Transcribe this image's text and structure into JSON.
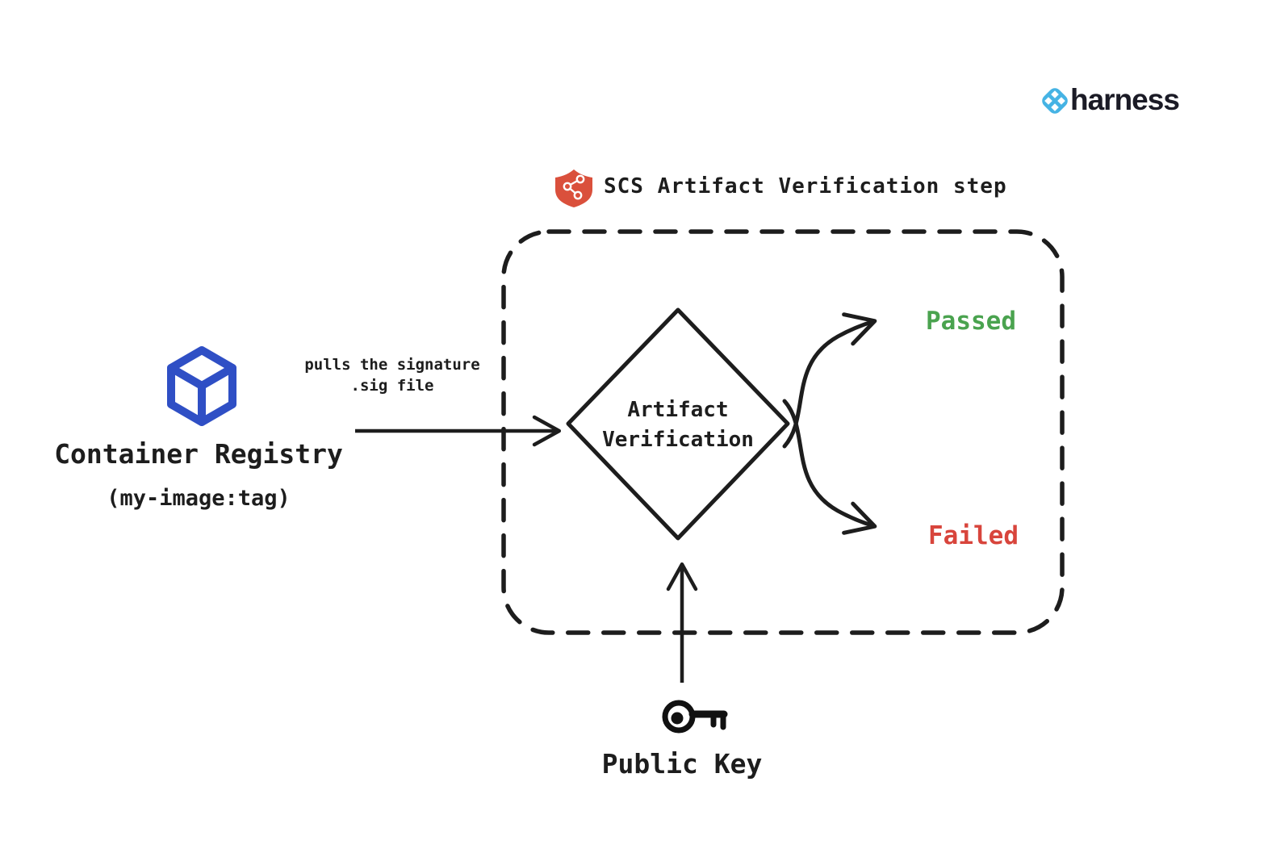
{
  "brand": {
    "name": "harness",
    "icon": "harness-logo-icon",
    "icon_color": "#45b3e4",
    "text_color": "#1b1b26"
  },
  "title": {
    "icon": "scs-shield-icon",
    "icon_color": "#da503c",
    "label": "SCS Artifact Verification step"
  },
  "diagram": {
    "line_color": "#1d1d1d",
    "container_registry": {
      "icon": "cube-icon",
      "icon_color": "#2f4fc5",
      "label": "Container Registry",
      "sublabel": "(my-image:tag)"
    },
    "pull_edge": {
      "label_line1": "pulls the signature",
      "label_line2": ".sig file"
    },
    "decision": {
      "label_line1": "Artifact",
      "label_line2": "Verification"
    },
    "outcomes": {
      "passed": {
        "label": "Passed",
        "color": "#4aa34f"
      },
      "failed": {
        "label": "Failed",
        "color": "#d8453c"
      }
    },
    "public_key": {
      "icon": "key-icon",
      "label": "Public Key"
    }
  }
}
